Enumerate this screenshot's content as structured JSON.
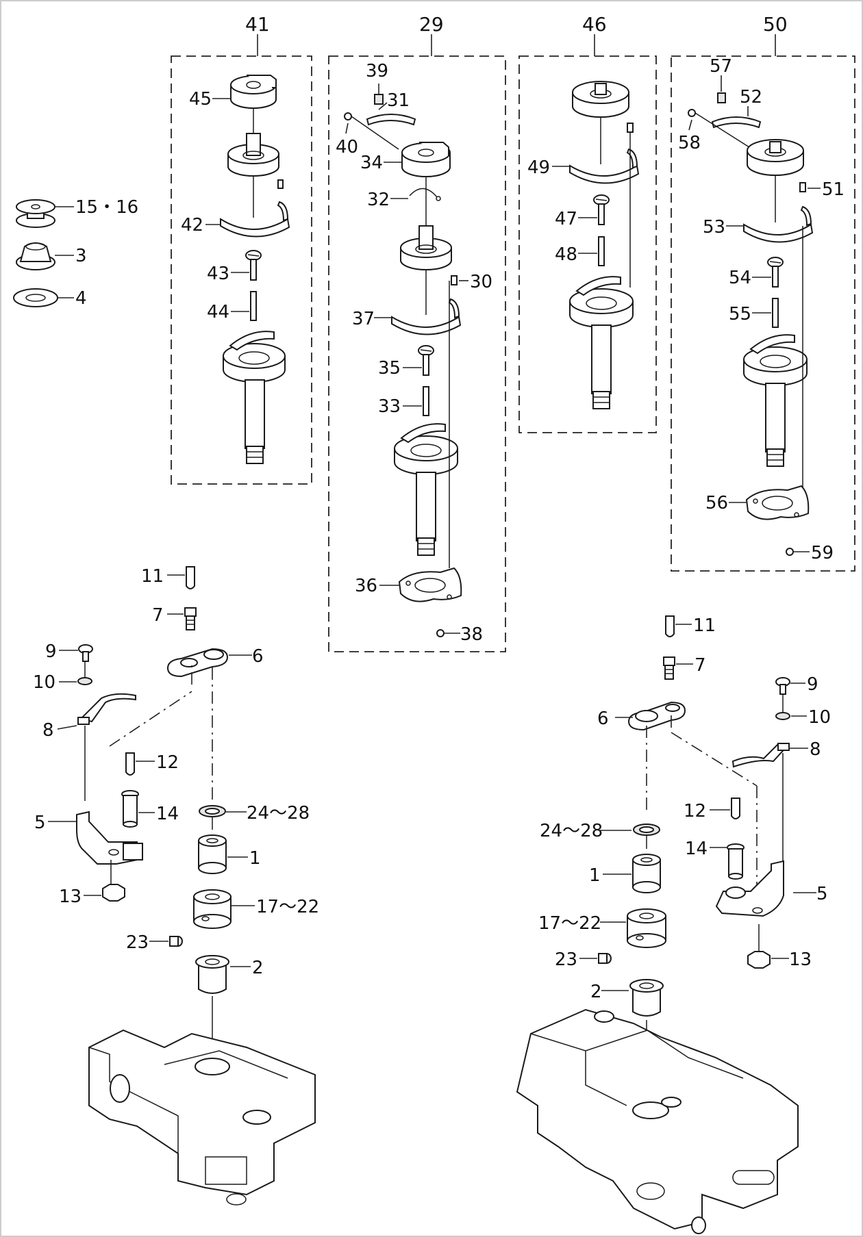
{
  "groups": {
    "g41": "41",
    "g29": "29",
    "g46": "46",
    "g50": "50"
  },
  "labels": {
    "p45": "45",
    "p42": "42",
    "p43": "43",
    "p44": "44",
    "p15_16": "15・16",
    "p3": "3",
    "p4": "4",
    "p39": "39",
    "p31": "31",
    "p40": "40",
    "p34": "34",
    "p32": "32",
    "p30": "30",
    "p37": "37",
    "p35": "35",
    "p33": "33",
    "p36": "36",
    "p38": "38",
    "p49": "49",
    "p47": "47",
    "p48": "48",
    "p57": "57",
    "p52": "52",
    "p58": "58",
    "p51": "51",
    "p53": "53",
    "p54": "54",
    "p55": "55",
    "p56": "56",
    "p59": "59",
    "l11": "11",
    "l7": "7",
    "l6": "6",
    "l9": "9",
    "l10": "10",
    "l8": "8",
    "l12": "12",
    "l14": "14",
    "l5": "5",
    "l13": "13",
    "l24_28": "24～28",
    "l1": "1",
    "l17_22": "17～22",
    "l23": "23",
    "l2": "2",
    "r11": "11",
    "r7": "7",
    "r6": "6",
    "r9": "9",
    "r10": "10",
    "r8": "8",
    "r12": "12",
    "r14": "14",
    "r5": "5",
    "r13": "13",
    "r24_28": "24～28",
    "r1": "1",
    "r17_22": "17～22",
    "r23": "23",
    "r2": "2"
  }
}
